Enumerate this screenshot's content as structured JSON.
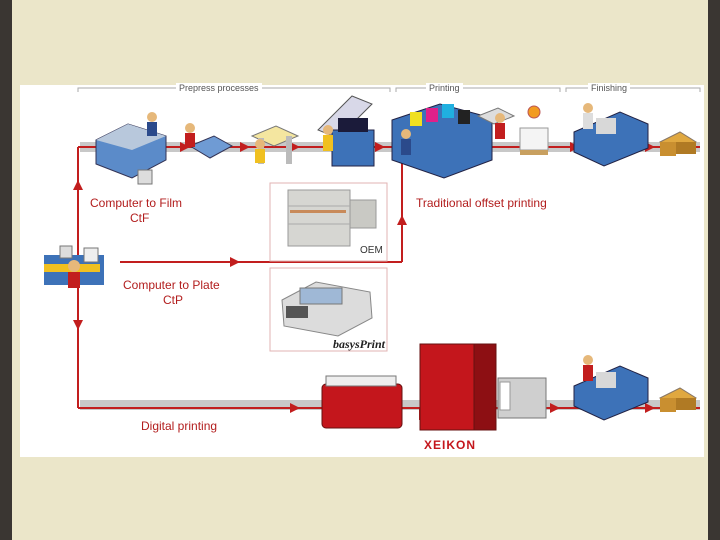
{
  "sections": {
    "prepress": "Prepress processes",
    "printing": "Printing",
    "finishing": "Finishing"
  },
  "labels": {
    "ctf_line1": "Computer to Film",
    "ctf_line2": "CtF",
    "ctp_line1": "Computer to Plate",
    "ctp_line2": "CtP",
    "offset": "Traditional offset printing",
    "digital": "Digital printing"
  },
  "brands": {
    "oem": "OEM",
    "basys": "basysPrint",
    "xeikon": "XEIKON"
  },
  "colors": {
    "flow": "#c21e1e",
    "track": "#c8c8c8",
    "machine_blue": "#3d72b8",
    "xeikon_red": "#c4161c"
  }
}
